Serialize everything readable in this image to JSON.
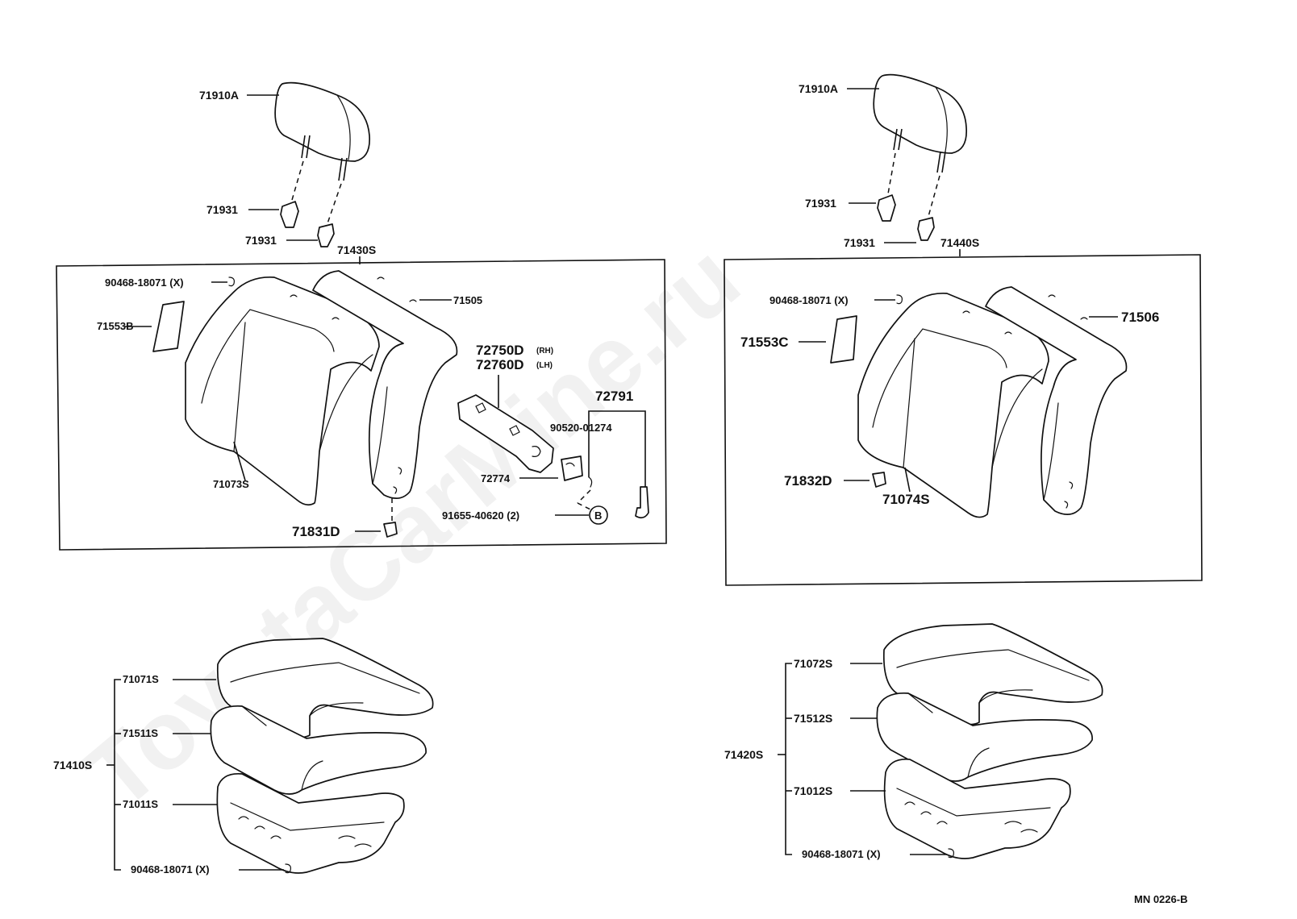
{
  "watermark": "ToyotaCarMine.ru",
  "drawing_code": "MN  0226-B",
  "left_seat": {
    "headrest": "71910A",
    "support_upper": "71931",
    "support_lower": "71931",
    "back_assy": "71430S",
    "clip": "90468-18071 (X)",
    "pad": "71553B",
    "frame": "71505",
    "cover": "71073S",
    "cap": "71831D",
    "recliner_rh": "72750D",
    "recliner_rh_note": "(RH)",
    "recliner_lh": "72760D",
    "recliner_lh_note": "(LH)",
    "cable": "72791",
    "bolt": "90520-01274",
    "cover_recliner": "72774",
    "screw": "91655-40620 (2)",
    "ref_b": "B",
    "cushion_assy": "71410S",
    "cushion_cover": "71071S",
    "cushion_pad": "71511S",
    "cushion_frame": "71011S",
    "cushion_clip": "90468-18071 (X)"
  },
  "right_seat": {
    "headrest": "71910A",
    "support_upper": "71931",
    "support_lower": "71931",
    "back_assy": "71440S",
    "clip": "90468-18071 (X)",
    "pad": "71553C",
    "frame": "71506",
    "cap": "71832D",
    "cover": "71074S",
    "cushion_assy": "71420S",
    "cushion_cover": "71072S",
    "cushion_pad": "71512S",
    "cushion_frame": "71012S",
    "cushion_clip": "90468-18071 (X)"
  }
}
